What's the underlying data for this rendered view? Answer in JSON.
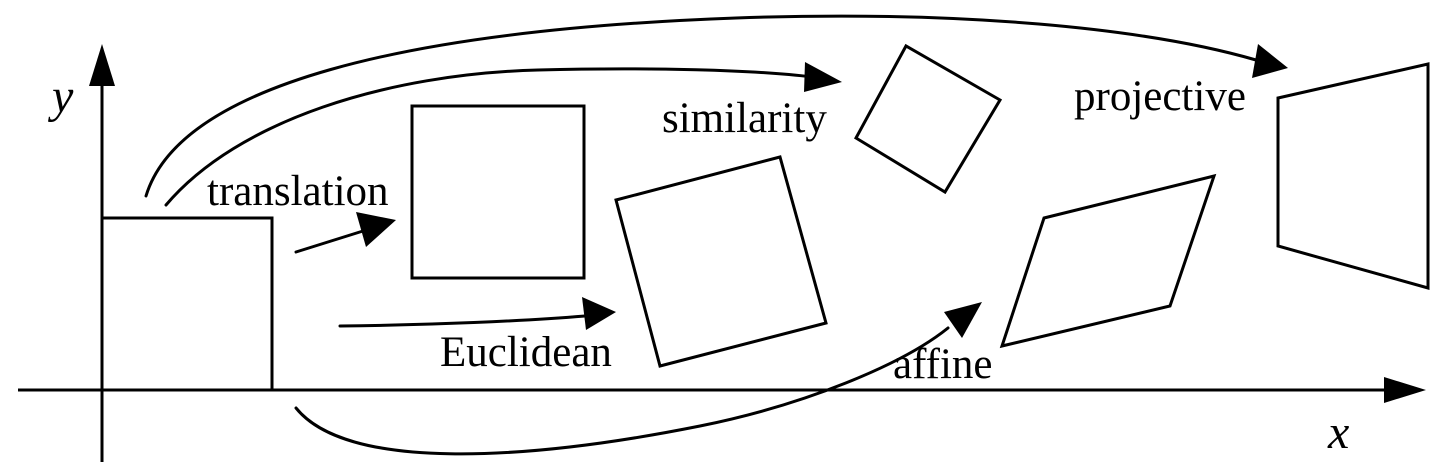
{
  "axes": {
    "x_label": "x",
    "y_label": "y"
  },
  "transformations": {
    "translation": "translation",
    "euclidean": "Euclidean",
    "similarity": "similarity",
    "affine": "affine",
    "projective": "projective"
  },
  "colors": {
    "background": "#ffffff",
    "stroke": "#000000"
  }
}
